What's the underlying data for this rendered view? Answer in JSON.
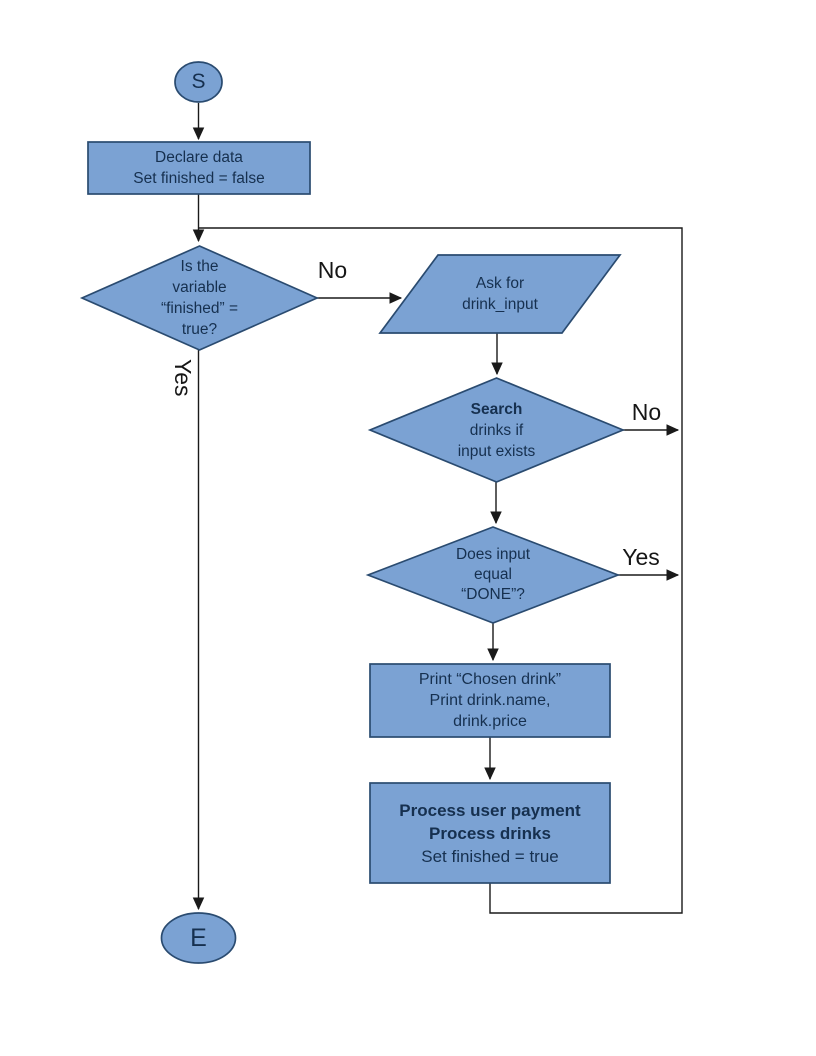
{
  "colors": {
    "shape_fill": "#7ba2d3",
    "shape_border": "#2a4b70",
    "line": "#1a1a1a",
    "node_text": "#16304f",
    "label_text": "#161616"
  },
  "nodes": {
    "start": {
      "label": "S"
    },
    "declare": {
      "lines": [
        "Declare data",
        "Set finished = false"
      ]
    },
    "finished_check": {
      "lines": [
        "Is the",
        "variable",
        "“finished” =",
        "true?"
      ]
    },
    "ask_input": {
      "lines": [
        "Ask for",
        "drink_input"
      ]
    },
    "search": {
      "lines": [
        "Search",
        "drinks if",
        "input exists"
      ]
    },
    "done_check": {
      "lines": [
        "Does input",
        "equal",
        "“DONE”?"
      ]
    },
    "print_drink": {
      "lines": [
        "Print “Chosen drink”",
        "Print drink.name,",
        "drink.price"
      ]
    },
    "process": {
      "lines": [
        "Process user payment",
        "Process drinks",
        "Set finished = true"
      ]
    },
    "end": {
      "label": "E"
    }
  },
  "edge_labels": {
    "finished_no": "No",
    "finished_yes": "Yes",
    "search_no": "No",
    "done_yes": "Yes"
  }
}
